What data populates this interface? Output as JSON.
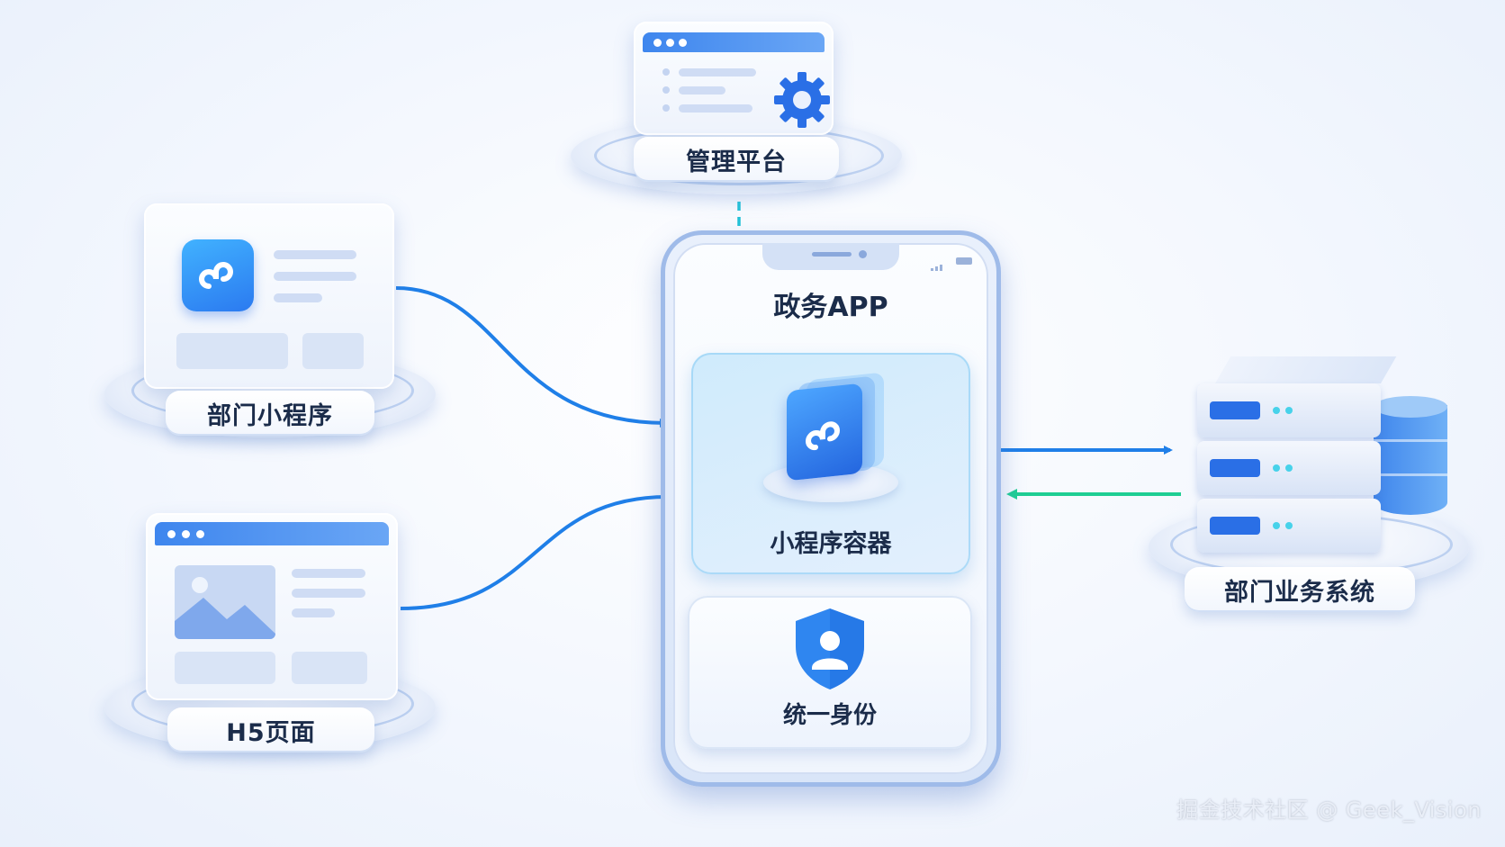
{
  "nodes": {
    "admin_platform": {
      "label": "管理平台",
      "icon": "gear-icon"
    },
    "dept_miniprogram": {
      "label": "部门小程序",
      "icon": "miniprogram-icon"
    },
    "h5_page": {
      "label": "H5页面",
      "icon": "image-icon"
    },
    "gov_app": {
      "label": "政务APP"
    },
    "mini_container": {
      "label": "小程序容器",
      "icon": "miniprogram-icon"
    },
    "unified_identity": {
      "label": "统一身份",
      "icon": "shield-user-icon"
    },
    "dept_business": {
      "label": "部门业务系统",
      "icon": "server-icon"
    }
  },
  "colors": {
    "flow_blue": "#1f7fe8",
    "dashed_cyan": "#22c3d8",
    "return_green": "#1fce93",
    "brand_blue": "#2f7ff0"
  },
  "watermark": "掘金技术社区 @ Geek_Vision"
}
